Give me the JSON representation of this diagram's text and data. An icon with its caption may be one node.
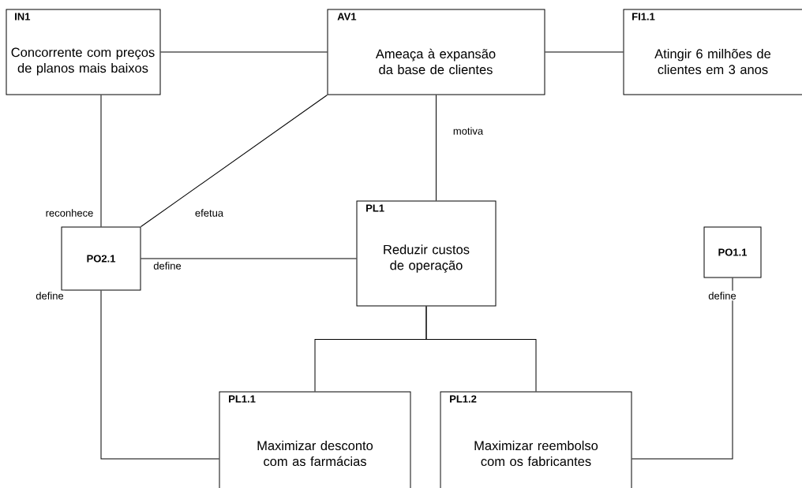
{
  "diagram": {
    "nodes": [
      {
        "text": [
          "IN1",
          "Concorrente com preços de planos mais baixos"
        ]
      },
      {
        "text": [
          "AV1",
          "Ameaça à expansão da base de clientes"
        ]
      },
      {
        "text": [
          "FI1.1",
          "Atingir 6 milhões de clientes em 3 anos"
        ]
      },
      {
        "text": [
          "PO2.1"
        ]
      },
      {
        "text": [
          "PL1",
          "Reduzir custos de operação"
        ]
      },
      {
        "text": [
          "PO1.1"
        ]
      },
      {
        "text": [
          "PL1.1",
          "Maximizar desconto com as farmácias"
        ]
      },
      {
        "text": [
          "PL1.2",
          "Maximizar reembolso com os fabricantes"
        ]
      }
    ],
    "edges": [
      {
        "from": 0,
        "to": 1,
        "arrow": "none"
      },
      {
        "from": 1,
        "to": 2,
        "arrow": "none"
      },
      {
        "from": 0,
        "to": 3,
        "arrow": "none",
        "label": "reconhece"
      },
      {
        "from": 1,
        "to": 3,
        "arrow": "none",
        "label": "efetua"
      },
      {
        "from": 1,
        "to": 4,
        "arrow": "none",
        "label": "motiva"
      },
      {
        "from": 3,
        "to": 4,
        "arrow": "none",
        "label": "define"
      },
      {
        "from": 4,
        "to": 6,
        "arrow": "none"
      },
      {
        "from": 4,
        "to": 7,
        "arrow": "none"
      },
      {
        "from": 3,
        "to": 6,
        "arrow": "none",
        "label": "define"
      },
      {
        "from": 5,
        "to": 7,
        "arrow": "none",
        "label": "define"
      }
    ]
  }
}
